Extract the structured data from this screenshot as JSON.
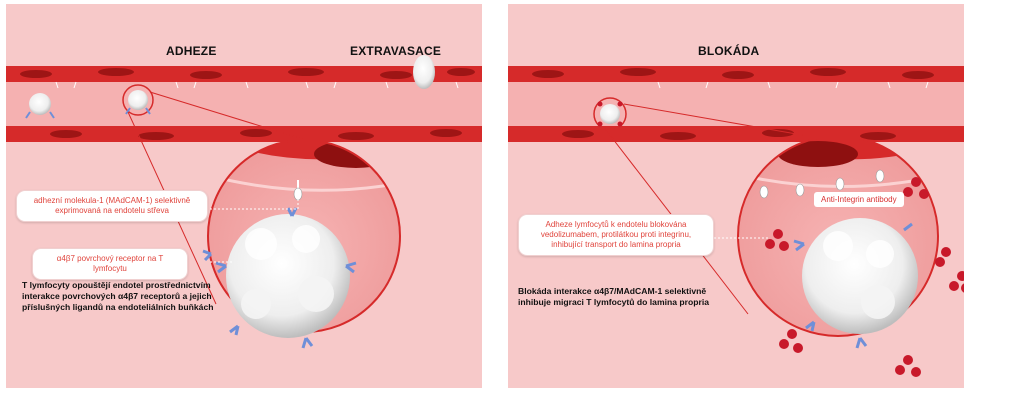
{
  "left": {
    "title_adhesion": "ADHEZE",
    "title_extravasation": "EXTRAVASACE",
    "callout_madcam": "adhezní molekula-1 (MAdCAM-1) selektivně exprimovaná na endotelu střeva",
    "callout_receptor": "α4β7 povrchový receptor na T lymfocytu",
    "description": "T lymfocyty opouštějí endotel prostřednictvím interakce povrchových α4β7 receptorů a jejich příslušných ligandů na endoteliálních buňkách"
  },
  "right": {
    "title_blockade": "BLOKÁDA",
    "antibody_label": "Anti-Integrin antibody",
    "callout_blockade": "Adheze lymfocytů k endotelu blokována vedolizumabem, protilátkou proti integrinu, inhibující transport do lamina propria",
    "description": "Blokáda interakce α4β7/MAdCAM-1 selektivně inhibuje migraci T lymfocytů do lamina propria"
  },
  "colors": {
    "panel_bg": "#f7c9c9",
    "vessel_red": "#d62a2a",
    "callout_text": "#e0443c",
    "receptor_blue": "#6f8fd8",
    "antibody_red": "#c8192a"
  }
}
